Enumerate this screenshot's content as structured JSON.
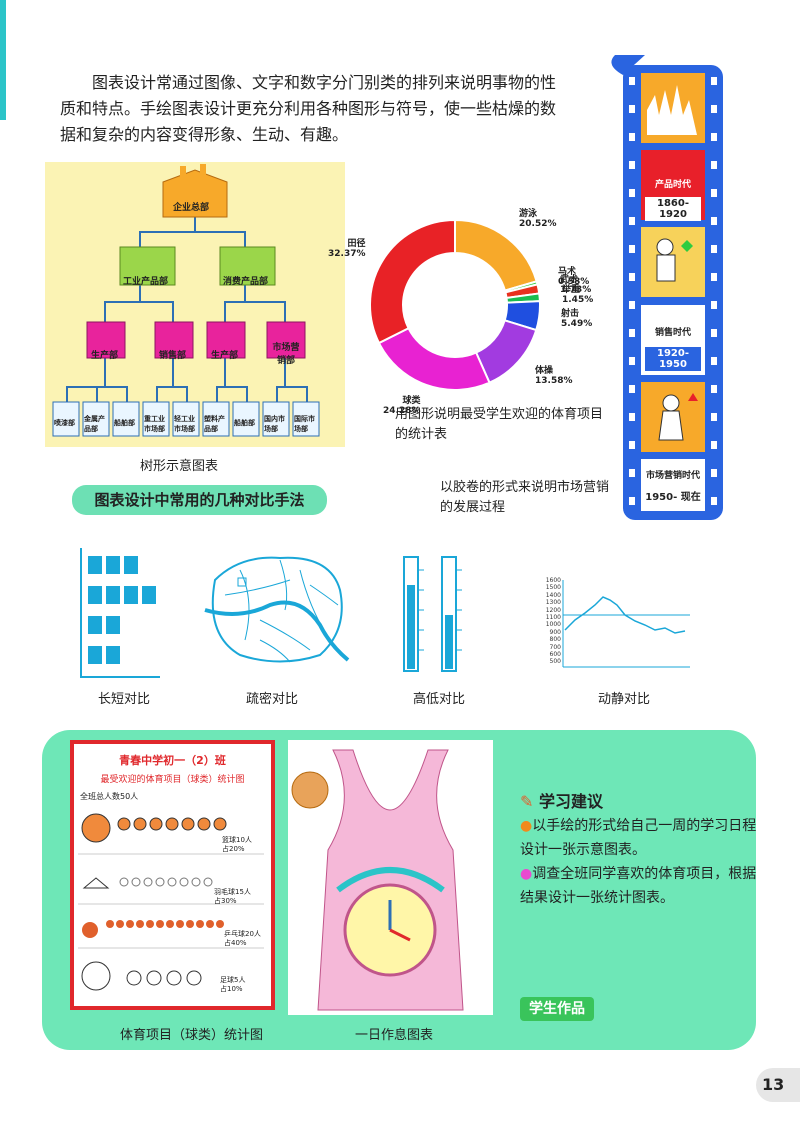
{
  "intro": {
    "text": "图表设计常通过图像、文字和数字分门别类的排列来说明事物的性质和特点。手绘图表设计更充分利用各种图形与符号，使一些枯燥的数据和复杂的内容变得形象、生动、有趣。"
  },
  "tree": {
    "root": "企业总部",
    "level2": [
      "工业产品部",
      "消费产品部"
    ],
    "level3": [
      "生产部",
      "销售部",
      "生产部",
      "市场营销部"
    ],
    "level4": [
      "喷漆部",
      "金属产品部",
      "船舶部",
      "重工业市场部",
      "轻工业市场部",
      "塑料产品部",
      "船舶部",
      "国内市场部",
      "国际市场部"
    ],
    "caption": "树形示意图表"
  },
  "chart_data": {
    "type": "pie",
    "categories": [
      "游泳",
      "马术",
      "武术",
      "举重",
      "射击",
      "体操",
      "球类",
      "田径"
    ],
    "values": [
      20.52,
      0.58,
      1.73,
      1.45,
      5.49,
      13.58,
      24.28,
      32.37
    ],
    "labels": [
      "20.52%",
      "0.58%",
      "1.73%",
      "1.45%",
      "5.49%",
      "13.58%",
      "24.28%",
      "32.37%"
    ],
    "colors": [
      "#f7a92a",
      "#2ecc40",
      "#e8301e",
      "#1abc4f",
      "#1f4fe0",
      "#a23be0",
      "#e822d2",
      "#e82226"
    ]
  },
  "pie": {
    "caption": "用图形说明最受学生欢迎的体育项目的统计表"
  },
  "film": {
    "frames": [
      {
        "title": "产品时代",
        "years": "1860-1920"
      },
      {
        "title": "销售时代",
        "years": "1920-1950"
      },
      {
        "title": "市场营销时代",
        "years": "1950- 现在"
      }
    ],
    "caption": "以胶卷的形式来说明市场营销的发展过程"
  },
  "methods": {
    "title": "图表设计中常用的几种对比手法",
    "items": [
      "长短对比",
      "疏密对比",
      "高低对比",
      "动静对比"
    ],
    "line_ticks": [
      "1600",
      "1500",
      "1400",
      "1300",
      "1200",
      "1100",
      "1000",
      "900",
      "800",
      "700",
      "600",
      "500"
    ]
  },
  "student": {
    "poster1": {
      "title": "青春中学初一（2）班",
      "subtitle": "最受欢迎的体育项目（球类）统计图",
      "total": "全班总人数50人",
      "rows": [
        {
          "label": "篮球10人",
          "pct": "占20%"
        },
        {
          "label": "羽毛球15人",
          "pct": "占30%"
        },
        {
          "label": "乒乓球20人",
          "pct": "占40%"
        },
        {
          "label": "足球5人",
          "pct": "占10%"
        }
      ],
      "caption": "体育项目（球类）统计图"
    },
    "poster2": {
      "caption": "一日作息图表"
    },
    "advice": {
      "title": "学习建议",
      "item1": "以手绘的形式给自己一周的学习日程设计一张示意图表。",
      "item2": "调查全班同学喜欢的体育项目，根据结果设计一张统计图表。"
    },
    "works_label": "学生作品"
  },
  "page_number": "13"
}
